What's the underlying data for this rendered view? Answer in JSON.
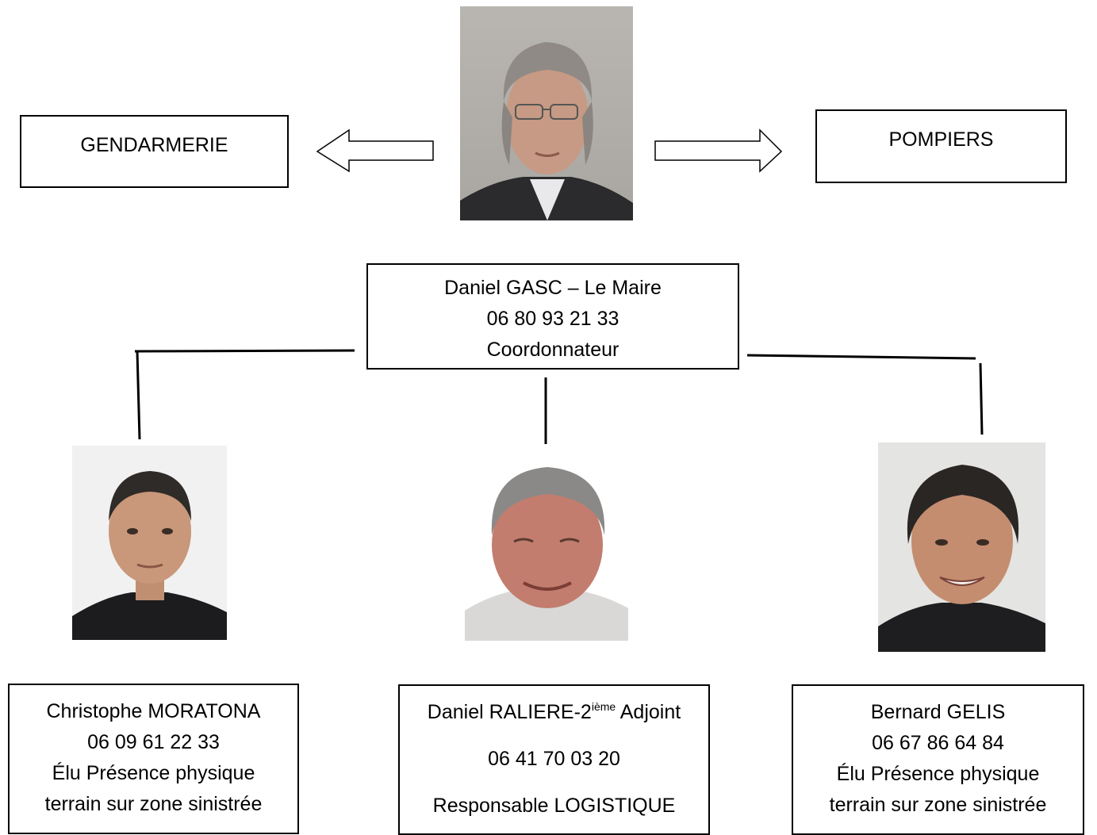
{
  "left_agency": {
    "label": "GENDARMERIE"
  },
  "right_agency": {
    "label": "POMPIERS"
  },
  "mayor": {
    "line1": "Daniel GASC – Le Maire",
    "phone": "06 80 93 21 33",
    "role": "Coordonnateur"
  },
  "member_left": {
    "name": "Christophe MORATONA",
    "phone": "06 09 61 22 33",
    "role_line1": "Élu Présence physique",
    "role_line2": "terrain sur zone sinistrée"
  },
  "member_center": {
    "name": "Daniel RALIERE-2",
    "name_sup": "ième",
    "name_suffix": " Adjoint",
    "phone": "06 41 70 03 20",
    "role": "Responsable LOGISTIQUE"
  },
  "member_right": {
    "name": "Bernard GELIS",
    "phone": "06 67 86 64 84",
    "role_line1": "Élu Présence physique",
    "role_line2": "terrain sur zone sinistrée"
  }
}
